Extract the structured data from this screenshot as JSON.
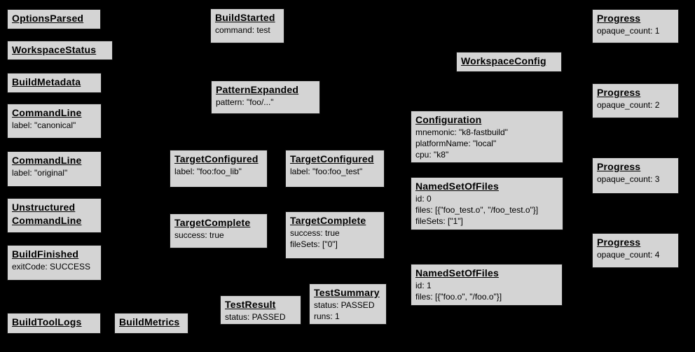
{
  "diagram": {
    "description": "Build event protocol event graph",
    "colors": {
      "background": "#000000",
      "box_fill": "#d4d4d4",
      "box_border": "#141414",
      "text": "#000000"
    },
    "boxes": [
      {
        "title": "OptionsParsed",
        "lines": []
      },
      {
        "title": "WorkspaceStatus",
        "lines": []
      },
      {
        "title": "BuildMetadata",
        "lines": []
      },
      {
        "title": "CommandLine",
        "lines": [
          "label: \"canonical\""
        ]
      },
      {
        "title": "CommandLine",
        "lines": [
          "label: \"original\""
        ]
      },
      {
        "title": "Unstructured CommandLine",
        "lines": []
      },
      {
        "title": "BuildFinished",
        "lines": [
          "exitCode: SUCCESS"
        ]
      },
      {
        "title": "BuildToolLogs",
        "lines": []
      },
      {
        "title": "BuildMetrics",
        "lines": []
      },
      {
        "title": "BuildStarted",
        "lines": [
          "command: test"
        ]
      },
      {
        "title": "PatternExpanded",
        "lines": [
          "pattern: \"foo/...\""
        ]
      },
      {
        "title": "TargetConfigured",
        "lines": [
          "label: \"foo:foo_lib\""
        ]
      },
      {
        "title": "TargetConfigured",
        "lines": [
          "label: \"foo:foo_test\""
        ]
      },
      {
        "title": "TargetComplete",
        "lines": [
          "success: true"
        ]
      },
      {
        "title": "TargetComplete",
        "lines": [
          "success: true",
          "fileSets: [\"0\"]"
        ]
      },
      {
        "title": "TestResult",
        "lines": [
          "status: PASSED"
        ]
      },
      {
        "title": "TestSummary",
        "lines": [
          "status: PASSED",
          "runs: 1"
        ]
      },
      {
        "title": "WorkspaceConfig",
        "lines": []
      },
      {
        "title": "Configuration",
        "lines": [
          "mnemonic: \"k8-fastbuild\"",
          "platformName: \"local\"",
          "cpu: \"k8\""
        ]
      },
      {
        "title": "NamedSetOfFiles",
        "lines": [
          "id: 0",
          "files: [{\"foo_test.o\", \"/foo_test.o\"}]",
          "fileSets: [\"1\"]"
        ]
      },
      {
        "title": "NamedSetOfFiles",
        "lines": [
          "id: 1",
          "files: [{\"foo.o\", \"/foo.o\"}]"
        ]
      },
      {
        "title": "Progress",
        "lines": [
          "opaque_count: 1"
        ]
      },
      {
        "title": "Progress",
        "lines": [
          "opaque_count: 2"
        ]
      },
      {
        "title": "Progress",
        "lines": [
          "opaque_count: 3"
        ]
      },
      {
        "title": "Progress",
        "lines": [
          "opaque_count: 4"
        ]
      }
    ]
  }
}
